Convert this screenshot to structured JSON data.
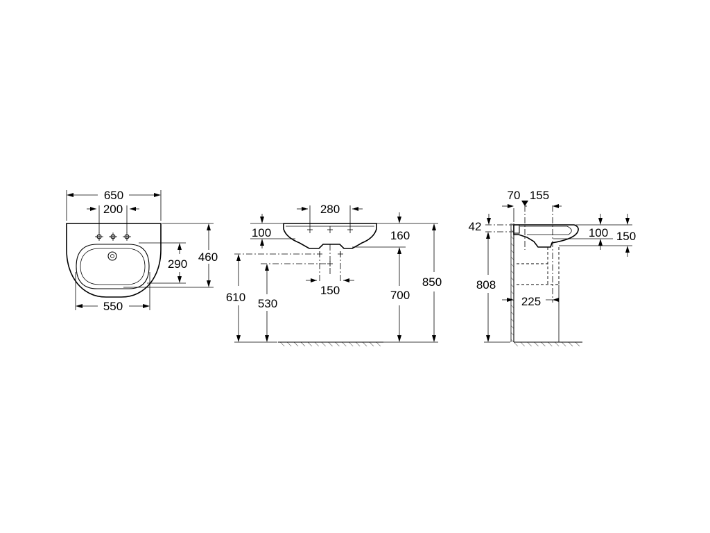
{
  "colors": {
    "line": "#000000",
    "background": "#ffffff"
  },
  "top_view": {
    "overall_width": "650",
    "tap_hole_spacing": "200",
    "bowl_width": "550",
    "bowl_depth": "290",
    "overall_depth": "460"
  },
  "front_view": {
    "tap_spacing": "280",
    "rim_thickness": "100",
    "rim_to_trap": "160",
    "waste_spacing": "150",
    "supply_height": "610",
    "waste_height": "530",
    "bottom_height": "700",
    "rim_height": "850"
  },
  "side_view": {
    "wall_to_fixing": "70",
    "fixing_to_waste": "155",
    "fixing_drop": "42",
    "bowl_depth": "100",
    "rim_to_waste": "150",
    "fixing_height": "808",
    "trap_projection": "225"
  }
}
